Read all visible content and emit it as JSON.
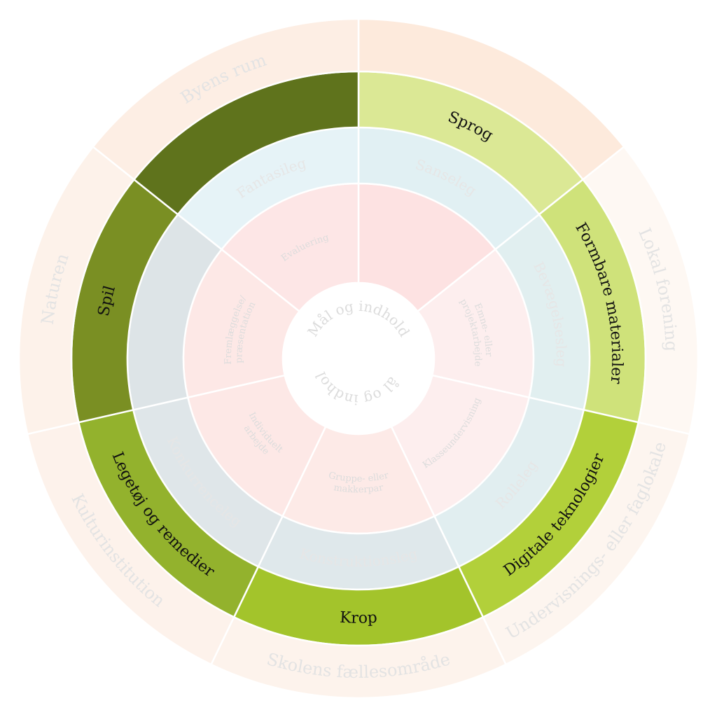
{
  "center": {
    "labels": [
      "Mål og indhold",
      "Mål og indhold"
    ]
  },
  "rings": [
    {
      "id": "organisation",
      "text_color": "#dcdcdc",
      "segments": [
        {
          "label": "",
          "color": "#fde2e2"
        },
        {
          "label": "Emne- eller projektarbejde",
          "color": "#fdeeee"
        },
        {
          "label": "Klasseundervisning",
          "color": "#fdeeee"
        },
        {
          "label": "Gruppe- eller makkerpar",
          "color": "#fdeae7"
        },
        {
          "label": "Individuelt arbejde",
          "color": "#fde8e6"
        },
        {
          "label": "Fremlæggelse/ præsentation",
          "color": "#fde8e6"
        },
        {
          "label": "Evaluering",
          "color": "#fde6e6"
        }
      ]
    },
    {
      "id": "leg",
      "text_color": "#e6e6e6",
      "segments": [
        {
          "label": "Sanseleg",
          "color": "#e1f0f3"
        },
        {
          "label": "Bevægelsesleg",
          "color": "#e1eff0"
        },
        {
          "label": "Rolleleg",
          "color": "#e1eef0"
        },
        {
          "label": "Konstruktionsleg",
          "color": "#dfe8eb"
        },
        {
          "label": "Konkurrenceleg",
          "color": "#dfe6e9"
        },
        {
          "label": "",
          "color": "#dde4e7"
        },
        {
          "label": "Fantasileg",
          "color": "#e6f3f7"
        }
      ]
    },
    {
      "id": "materialer",
      "text_color": "#111111",
      "segments": [
        {
          "label": "Sprog",
          "color": "#dbe895"
        },
        {
          "label": "Formbare materialer",
          "color": "#cfe27a"
        },
        {
          "label": "Digitale teknologier",
          "color": "#b2d03a"
        },
        {
          "label": "Krop",
          "color": "#a3c42b"
        },
        {
          "label": "Legetøj og remedier",
          "color": "#93b22d"
        },
        {
          "label": "Spil",
          "color": "#7a8f23"
        },
        {
          "label": "",
          "color": "#5f731c"
        }
      ]
    },
    {
      "id": "rum",
      "text_color": "#e3e3e3",
      "segments": [
        {
          "label": "",
          "color": "#fdeadc"
        },
        {
          "label": "Lokal forening",
          "color": "#fef8f3"
        },
        {
          "label": "Undervisnings- eller faglokale",
          "color": "#fdf5ef"
        },
        {
          "label": "Skolens fællesområde",
          "color": "#fdf3ec"
        },
        {
          "label": "Kulturinstitution",
          "color": "#fdf2eb"
        },
        {
          "label": "Naturen",
          "color": "#fdf2ea"
        },
        {
          "label": "Byens rum",
          "color": "#fdeee4"
        }
      ]
    }
  ]
}
